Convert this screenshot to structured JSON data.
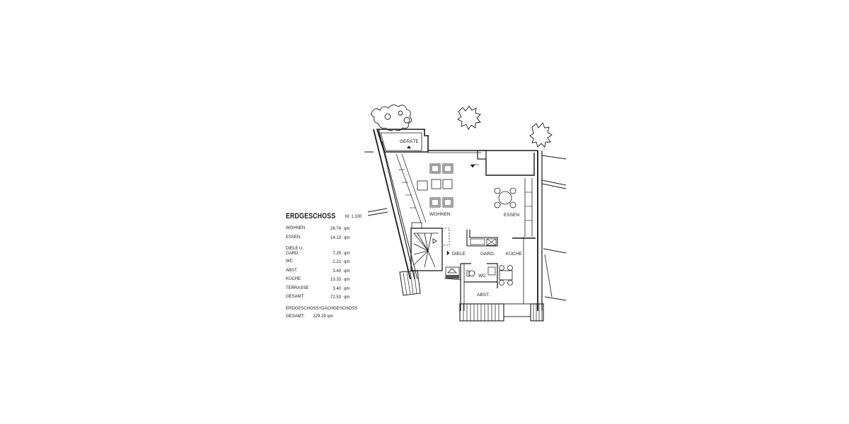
{
  "legend": {
    "title": "ERDGESCHOSS",
    "scale": "M. 1:100",
    "rooms": [
      {
        "name": "WOHNEN",
        "area": "26.74",
        "unit": "qm"
      },
      {
        "name": "ESSEN",
        "area": "14.13",
        "unit": "qm"
      },
      {
        "name": "DIELE U.\nGARD.",
        "area": "7.29",
        "unit": "qm"
      },
      {
        "name": "WC",
        "area": "2.21",
        "unit": "qm"
      },
      {
        "name": "ABST.",
        "area": "3.43",
        "unit": "qm"
      },
      {
        "name": "KÜCHE",
        "area": "13.33",
        "unit": "qm"
      },
      {
        "name": "TERRASSE",
        "area": "3.40",
        "unit": "qm"
      }
    ],
    "total": {
      "name": "GESAMT:",
      "area": "72.53",
      "unit": "qm"
    },
    "combined": {
      "label": "ERDGESCHOSS+DACHGESCHOSS",
      "total_label": "GESAMT:",
      "total_value": "129.29 qm"
    }
  },
  "plan": {
    "labels": {
      "geraete": "GERÄTE",
      "wohnen": "WOHNEN",
      "essen": "ESSEN",
      "diele": "DIELE",
      "garderobe": "GARD.",
      "kueche": "KÜCHE",
      "wc": "WC",
      "abstell": "ABST."
    },
    "colors": {
      "ink": "#1a1a1a",
      "paper": "#ffffff",
      "hatch": "#555555"
    }
  }
}
